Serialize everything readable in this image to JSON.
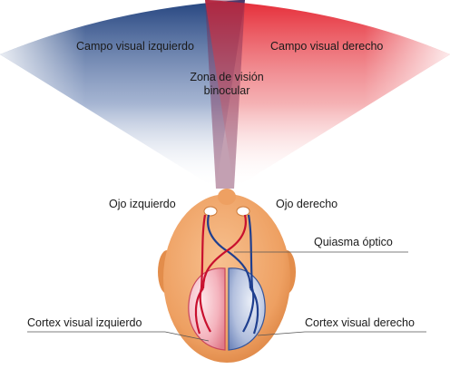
{
  "labels": {
    "left_field": "Campo visual izquierdo",
    "right_field": "Campo visual derecho",
    "binocular_line1": "Zona de visión",
    "binocular_line2": "binocular",
    "left_eye": "Ojo izquierdo",
    "right_eye": "Ojo derecho",
    "chiasm": "Quiasma óptico",
    "left_cortex": "Cortex visual izquierdo",
    "right_cortex": "Cortex visual derecho"
  },
  "colors": {
    "left_field": "#2b4f8f",
    "right_field": "#e03a3e",
    "head_skin": "#f0a56a",
    "head_shadow": "#d9823f",
    "left_cortex": "#f2a9b4",
    "right_cortex": "#a9b7da",
    "nerve_red": "#c8102e",
    "nerve_blue": "#1f3f8f"
  }
}
